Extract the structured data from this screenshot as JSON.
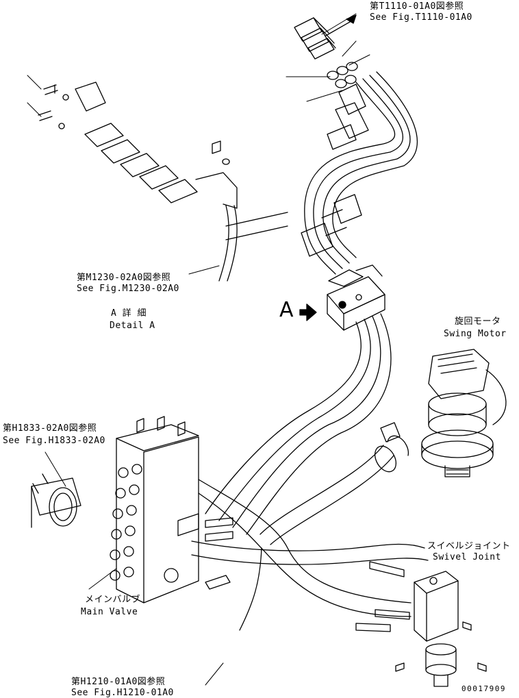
{
  "refs": {
    "t1110": {
      "jp": "第T1110-01A0図参照",
      "en": "See Fig.T1110-01A0"
    },
    "m1230": {
      "jp": "第M1230-02A0図参照",
      "en": "See Fig.M1230-02A0"
    },
    "h1833": {
      "jp": "第H1833-02A0図参照",
      "en": "See Fig.H1833-02A0"
    },
    "h1210": {
      "jp": "第H1210-01A0図参照",
      "en": "See Fig.H1210-01A0"
    }
  },
  "detail": {
    "jp": "A 詳 細",
    "en": "Detail A",
    "marker": "A"
  },
  "components": {
    "swing_motor": {
      "jp": "旋回モータ",
      "en": "Swing Motor"
    },
    "swivel_joint": {
      "jp": "スイベルジョイント",
      "en": "Swivel Joint"
    },
    "main_valve": {
      "jp": "メインバルブ",
      "en": "Main Valve"
    }
  },
  "drawing_number": "00017909"
}
